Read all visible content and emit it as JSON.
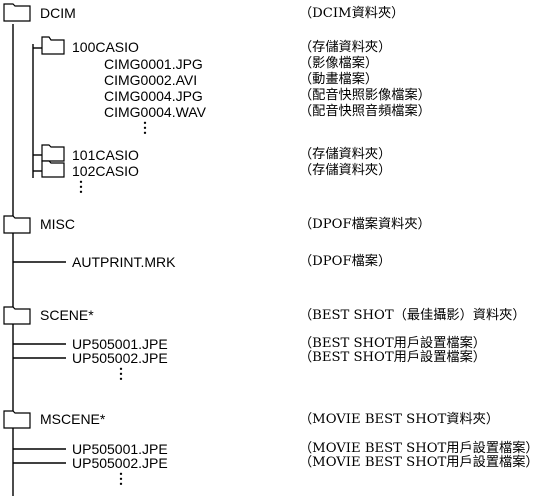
{
  "tree": {
    "dcim": {
      "label": "DCIM",
      "desc": "（DCIM資料夾）",
      "casio100": {
        "label": "100CASIO",
        "desc": "（存儲資料夾）",
        "files": [
          {
            "label": "CIMG0001.JPG",
            "desc": "（影像檔案）"
          },
          {
            "label": "CIMG0002.AVI",
            "desc": "（動畫檔案）"
          },
          {
            "label": "CIMG0004.JPG",
            "desc": "（配音快照影像檔案）"
          },
          {
            "label": "CIMG0004.WAV",
            "desc": "（配音快照音頻檔案）"
          }
        ]
      },
      "casio101": {
        "label": "101CASIO",
        "desc": "（存儲資料夾）"
      },
      "casio102": {
        "label": "102CASIO",
        "desc": "（存儲資料夾）"
      }
    },
    "misc": {
      "label": "MISC",
      "desc": "（DPOF檔案資料夾）",
      "files": [
        {
          "label": "AUTPRINT.MRK",
          "desc": "（DPOF檔案）"
        }
      ]
    },
    "scene": {
      "label": "SCENE*",
      "desc": "（BEST SHOT（最佳攝影）資料夾）",
      "files": [
        {
          "label": "UP505001.JPE",
          "desc": "（BEST SHOT用戶設置檔案）"
        },
        {
          "label": "UP505002.JPE",
          "desc": "（BEST SHOT用戶設置檔案）"
        }
      ]
    },
    "mscene": {
      "label": "MSCENE*",
      "desc": "（MOVIE BEST SHOT資料夾）",
      "files": [
        {
          "label": "UP505001.JPE",
          "desc": "（MOVIE BEST SHOT用戶設置檔案）"
        },
        {
          "label": "UP505002.JPE",
          "desc": "（MOVIE BEST SHOT用戶設置檔案）"
        }
      ]
    }
  },
  "icons": {
    "folder": "folder-icon",
    "more": "vertical-ellipsis-icon"
  }
}
